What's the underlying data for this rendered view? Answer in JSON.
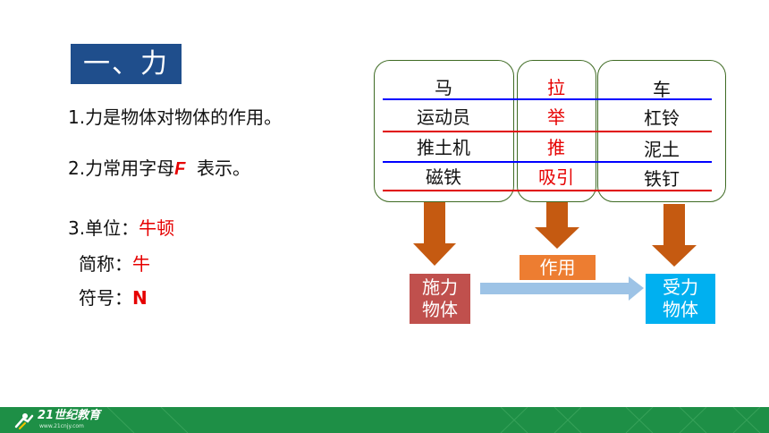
{
  "title": "一、力",
  "points": {
    "p1": "1.力是物体对物体的作用。",
    "p2_prefix": "2.力常用字母",
    "p2_letter": "F",
    "p2_suffix": "表示。",
    "p3_label": "3.单位：",
    "p3_value": "牛顿",
    "abbr_label": "简称：",
    "abbr_value": "牛",
    "symbol_label": "符号：",
    "symbol_value": "N"
  },
  "table": {
    "left": [
      "马",
      "运动员",
      "推土机",
      "磁铁"
    ],
    "middle": [
      "拉",
      "举",
      "推",
      "吸引"
    ],
    "right": [
      "车",
      "杠铃",
      "泥土",
      "铁钉"
    ]
  },
  "boxes": {
    "source": [
      "施力",
      "物体"
    ],
    "action": "作用",
    "receiver": [
      "受力",
      "物体"
    ]
  },
  "footer": {
    "brand": "21世纪教育",
    "url": "www.21cnjy.com"
  },
  "colors": {
    "title_bg": "#1f4e8c",
    "accent_red": "#e60000",
    "blue_line": "#0000ff",
    "red_line": "#e00000",
    "group_border": "#3f6b24",
    "arrow_orange": "#c55a11",
    "source_box": "#c0504d",
    "action_box": "#ed7d31",
    "receiver_box": "#00b0f0",
    "horizontal_arrow": "#9dc3e6",
    "footer_green": "#1e8f46"
  }
}
